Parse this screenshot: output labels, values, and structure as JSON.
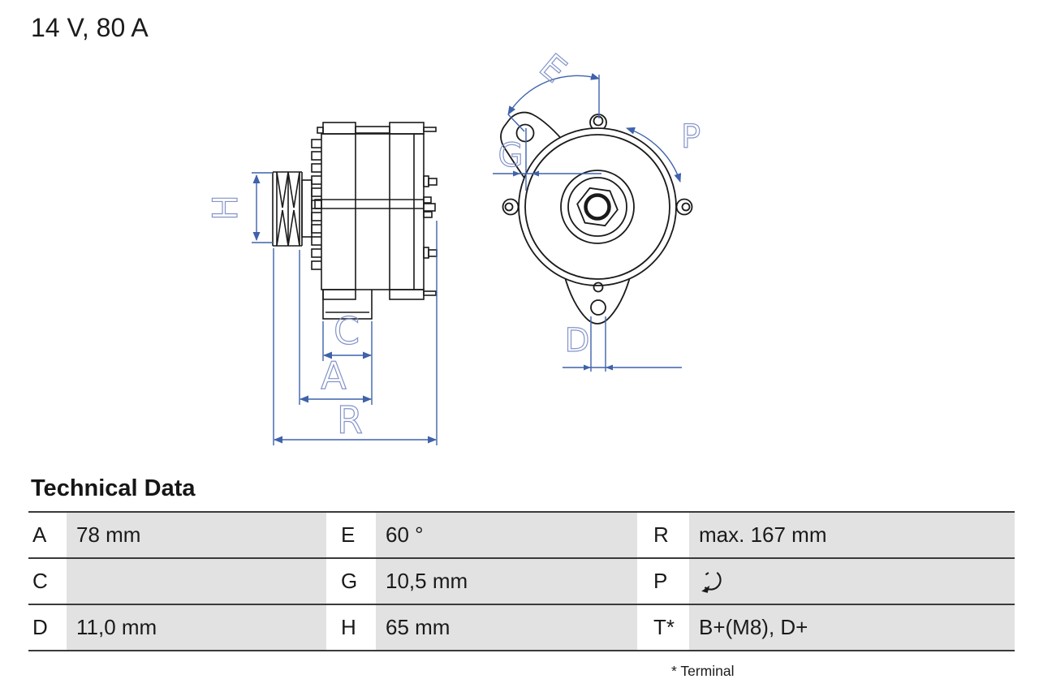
{
  "header": {
    "title": "14 V, 80 A"
  },
  "drawing": {
    "description": "alternator technical drawing, side view and front view",
    "line_color": "#1a1a1a",
    "dimension_color": "#3f62ab",
    "dimension_label_color": "#8494c9",
    "labels": {
      "H": "H",
      "C": "C",
      "A": "A",
      "R": "R",
      "E": "E",
      "G": "G",
      "P": "P",
      "D": "D"
    }
  },
  "technical_data": {
    "heading": "Technical Data",
    "rows": [
      [
        {
          "label": "A",
          "value": "78 mm"
        },
        {
          "label": "E",
          "value": "60 °"
        },
        {
          "label": "R",
          "value": "max. 167 mm"
        }
      ],
      [
        {
          "label": "C",
          "value": ""
        },
        {
          "label": "G",
          "value": "10,5 mm"
        },
        {
          "label": "P",
          "value": "",
          "icon": "rotation-direction-icon"
        }
      ],
      [
        {
          "label": "D",
          "value": "11,0 mm"
        },
        {
          "label": "H",
          "value": "65 mm"
        },
        {
          "label": "T*",
          "value": "B+(M8), D+"
        }
      ]
    ],
    "footnote": "* Terminal",
    "value_cell_color": "#e2e2e2"
  }
}
